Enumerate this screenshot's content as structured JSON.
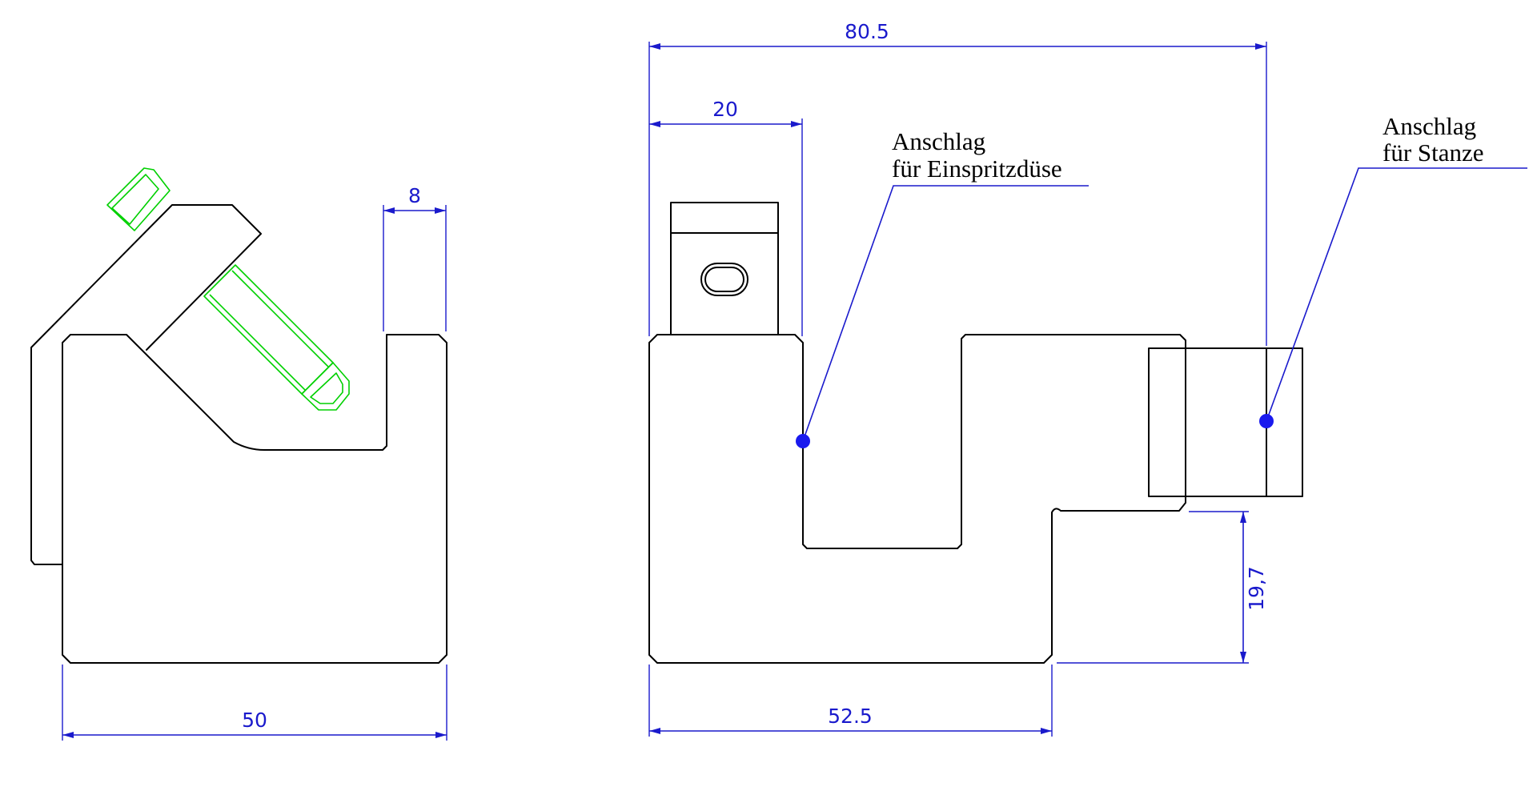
{
  "dimensions": {
    "left_width": "50",
    "left_slot": "8",
    "right_total": "80.5",
    "right_tab": "20",
    "right_base": "52.5",
    "right_height": "19,7"
  },
  "callouts": {
    "nozzle_line1": "Anschlag",
    "nozzle_line2": "für Einspritzdüse",
    "punch_line1": "Anschlag",
    "punch_line2": "für Stanze"
  },
  "colors": {
    "outline": "#000000",
    "dimension": "#1a1acc",
    "bolt": "#00d000",
    "marker": "#1a1aee"
  }
}
